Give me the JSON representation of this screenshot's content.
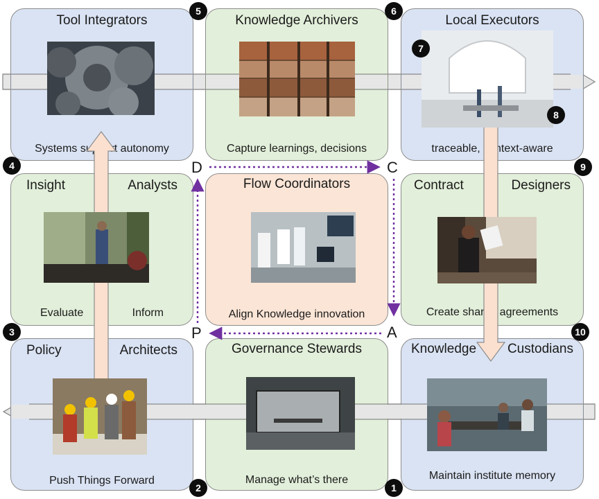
{
  "cells": {
    "tool_integrators": {
      "title": "Tool Integrators",
      "caption": "Systems support autonomy",
      "badge": "5"
    },
    "knowledge_archivers": {
      "title": "Knowledge Archivers",
      "caption": "Capture learnings, decisions",
      "badge": "6"
    },
    "local_executors": {
      "title": "Local Executors",
      "caption": "traceable, context-aware",
      "badges": [
        "7",
        "8"
      ]
    },
    "insight_analysts": {
      "title_left": "Insight",
      "title_right": "Analysts",
      "caption_left": "Evaluate",
      "caption_right": "Inform",
      "badge": "4"
    },
    "flow_coordinators": {
      "title": "Flow Coordinators",
      "caption": "Align Knowledge innovation"
    },
    "contract_designers": {
      "title_left": "Contract",
      "title_right": "Designers",
      "caption": "Create shared agreements",
      "badge": "9"
    },
    "policy_architects": {
      "title_left": "Policy",
      "title_right": "Architects",
      "caption": "Push Things Forward",
      "badges": [
        "3",
        "2"
      ]
    },
    "governance_stewards": {
      "title": "Governance Stewards",
      "caption": "Manage what’s there",
      "badge": "1"
    },
    "knowledge_custodians": {
      "title_left": "Knowledge",
      "title_right": "Custodians",
      "caption": "Maintain institute memory",
      "badge": "10"
    }
  },
  "pdca": {
    "d": "D",
    "c": "C",
    "a": "A",
    "p": "P"
  },
  "colors": {
    "blue": "#dae3f3",
    "green": "#e2efda",
    "peach": "#fbe5d6",
    "arrow_gray": "#e6e6e6",
    "arrow_peach": "#fbe0d0",
    "dotted_purple": "#7030a0"
  },
  "photos": [
    "gears-brainstorming-photo",
    "archive-shelves-photo",
    "bright-office-photo",
    "meeting-presenter-photo",
    "lab-workstation-photo",
    "woman-reading-documents-photo",
    "construction-workers-photo",
    "glass-meeting-room-photo",
    "team-table-meeting-photo"
  ]
}
